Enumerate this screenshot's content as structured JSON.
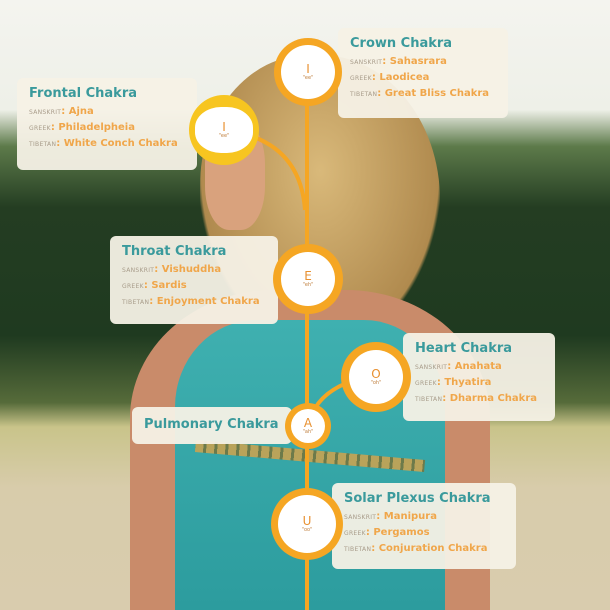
{
  "chakras": [
    {
      "id": "crown",
      "title": "Crown Chakra",
      "symbol": "I",
      "sound": "\"ee\"",
      "sanskrit": "Sahasrara",
      "greek": "Laodicea",
      "tibetan": "Great Bliss Chakra"
    },
    {
      "id": "frontal",
      "title": "Frontal Chakra",
      "symbol": "I",
      "sound": "\"ee\"",
      "sanskrit": "Ajna",
      "greek": "Philadelpheia",
      "tibetan": "White Conch Chakra"
    },
    {
      "id": "throat",
      "title": "Throat Chakra",
      "symbol": "E",
      "sound": "\"eh\"",
      "sanskrit": "Vishuddha",
      "greek": "Sardis",
      "tibetan": "Enjoyment Chakra"
    },
    {
      "id": "heart",
      "title": "Heart Chakra",
      "symbol": "O",
      "sound": "\"oh\"",
      "sanskrit": "Anahata",
      "greek": "Thyatira",
      "tibetan": "Dharma Chakra"
    },
    {
      "id": "pulmonary",
      "title": "Pulmonary Chakra",
      "symbol": "A",
      "sound": "\"ah\""
    },
    {
      "id": "solar",
      "title": "Solar Plexus Chakra",
      "symbol": "U",
      "sound": "\"oo\"",
      "sanskrit": "Manipura",
      "greek": "Pergamos",
      "tibetan": "Conjuration Chakra"
    }
  ],
  "labels": {
    "sanskrit": "Sanskrit",
    "greek": "Greek",
    "tibetan": "Tibetan"
  }
}
